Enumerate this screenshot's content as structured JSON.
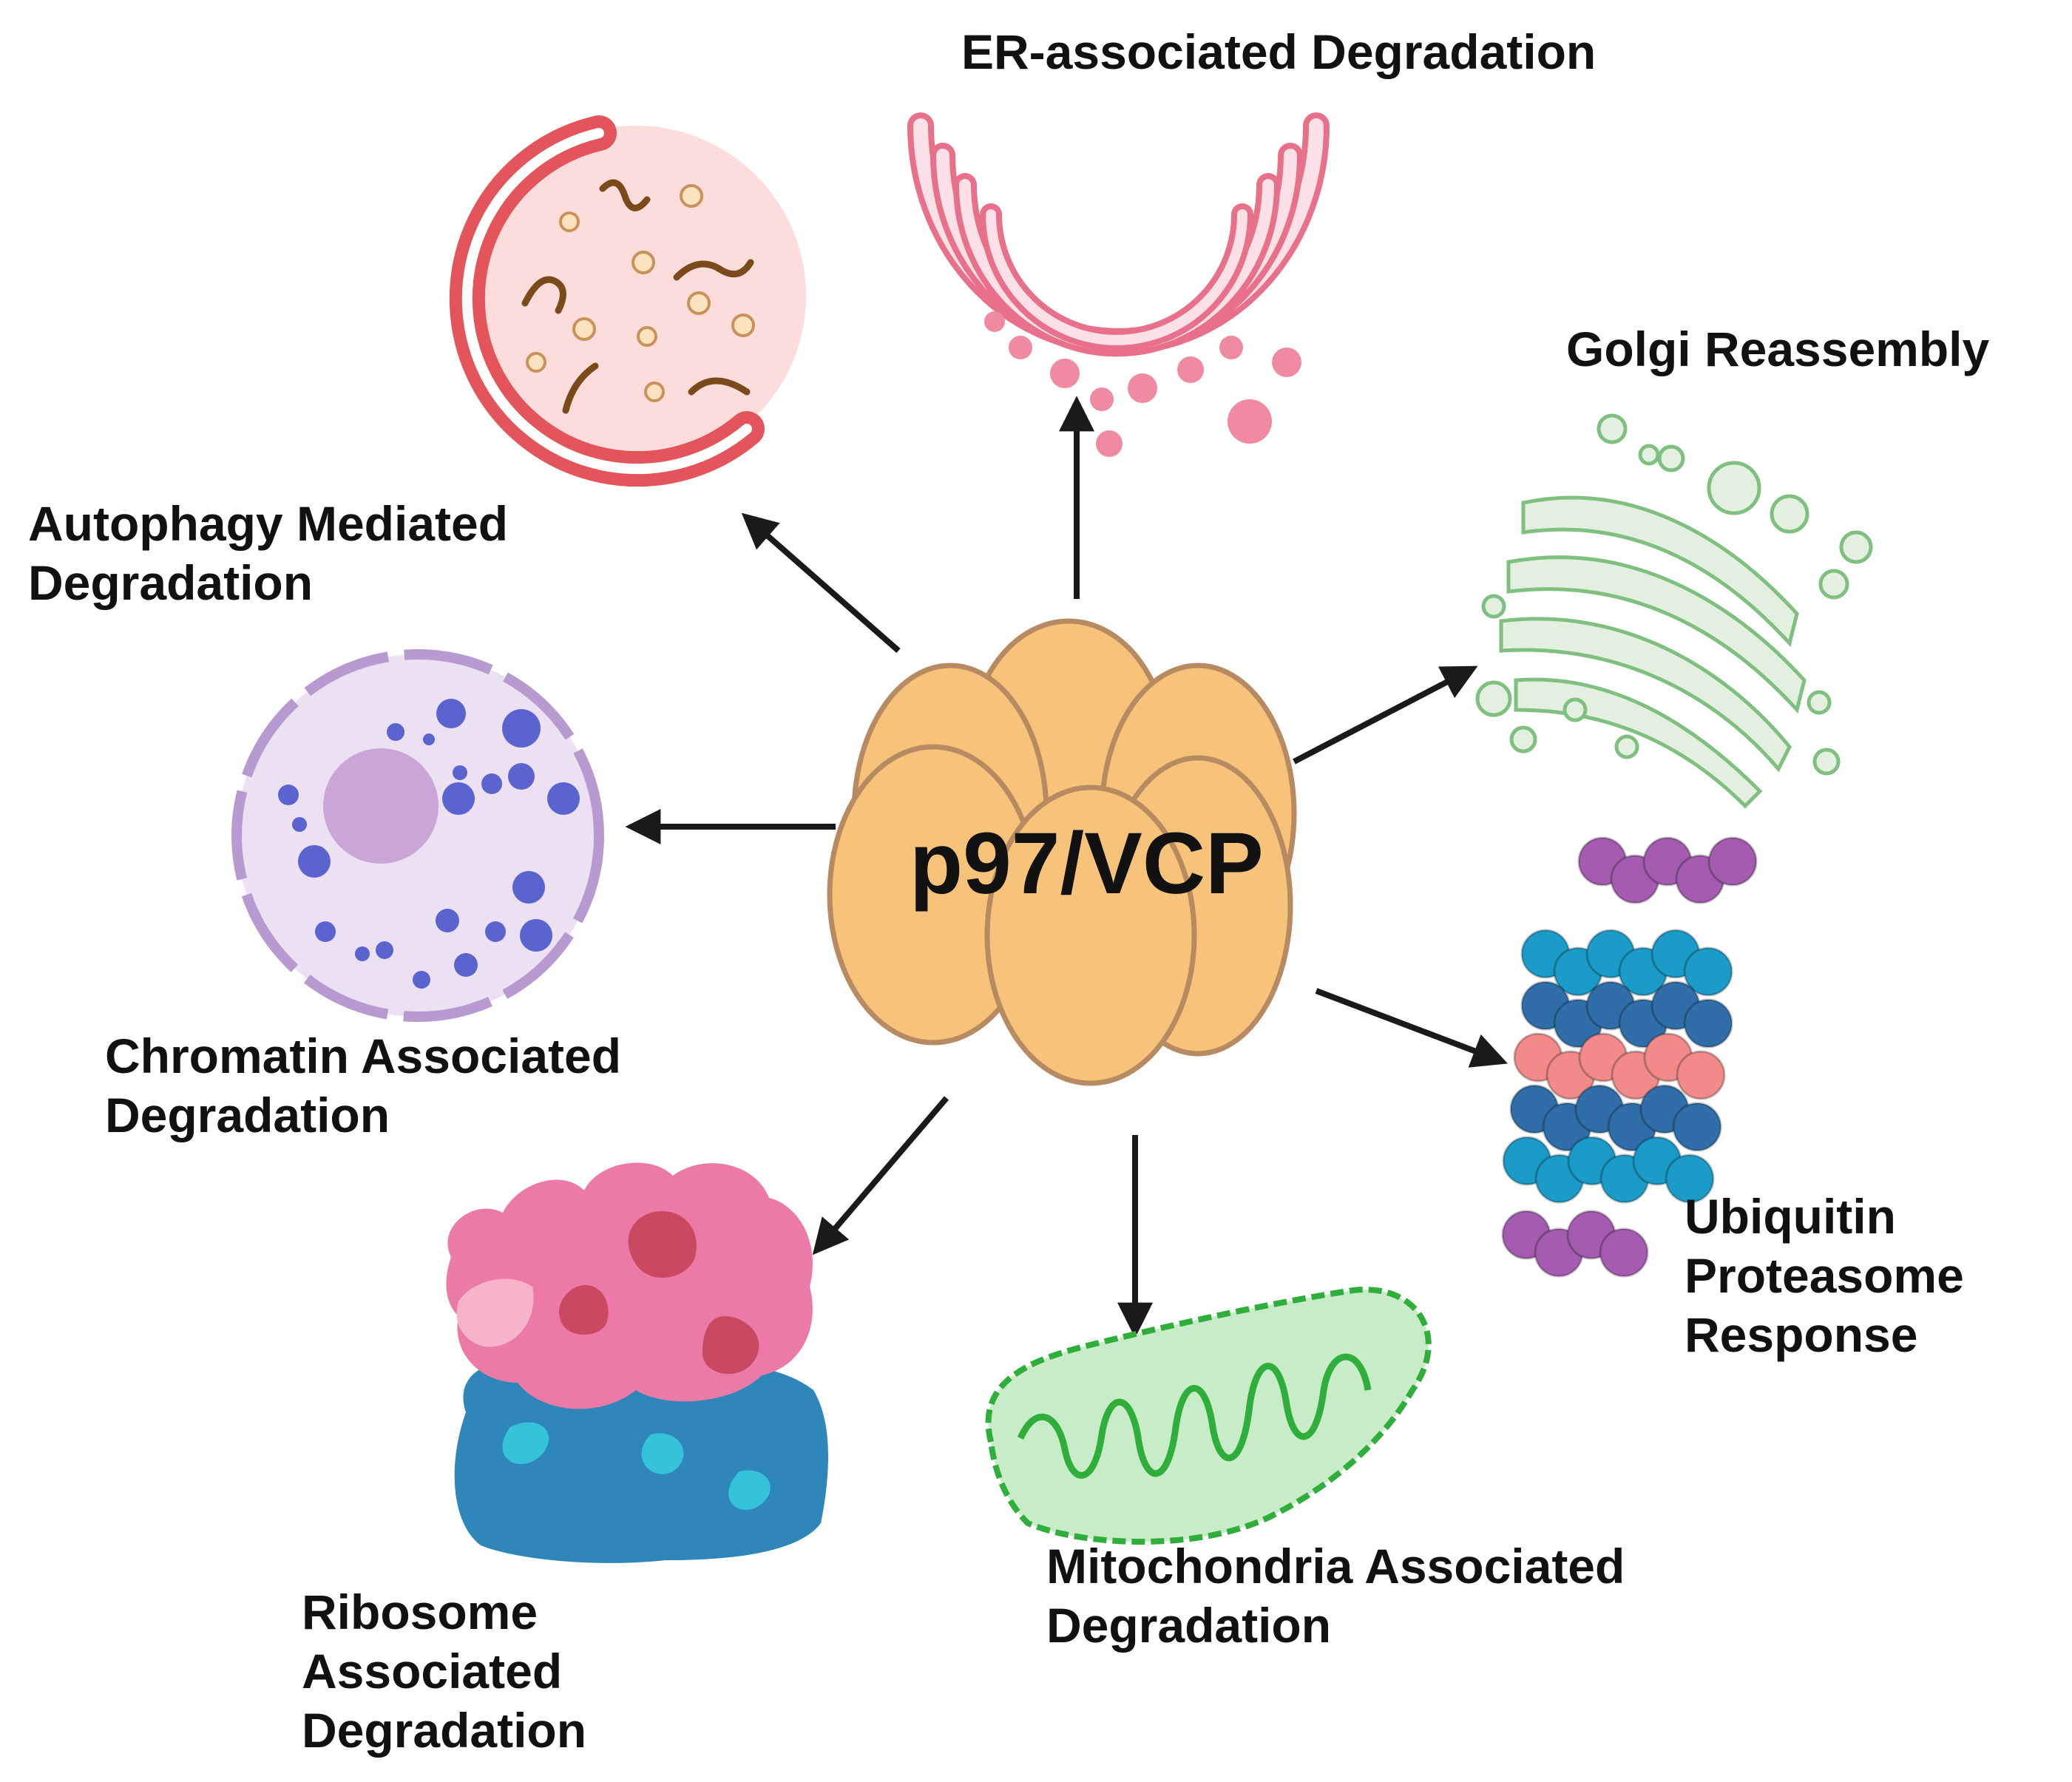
{
  "center": {
    "label": "p97/VCP",
    "fill": "#f7c27a",
    "stroke": "#b88a61"
  },
  "pathways": [
    {
      "id": "er",
      "lines": [
        "ER-associated Degradation"
      ],
      "color": "#e8708a"
    },
    {
      "id": "golgi",
      "lines": [
        "Golgi Reassembly"
      ],
      "color": "#7fbf7f"
    },
    {
      "id": "autophagy",
      "lines": [
        "Autophagy Mediated",
        "Degradation"
      ],
      "color": "#e4555b"
    },
    {
      "id": "chromatin",
      "lines": [
        "Chromatin Associated",
        "Degradation"
      ],
      "color": "#b69ad0"
    },
    {
      "id": "ubiquitin",
      "lines": [
        "Ubiquitin",
        "Proteasome",
        "Response"
      ],
      "color": "#1b9bc8"
    },
    {
      "id": "ribosome",
      "lines": [
        "Ribosome",
        "Associated",
        "Degradation"
      ],
      "color": "#d9527a"
    },
    {
      "id": "mitochondria",
      "lines": [
        "Mitochondria Associated",
        "Degradation"
      ],
      "color": "#2fae3b"
    }
  ]
}
